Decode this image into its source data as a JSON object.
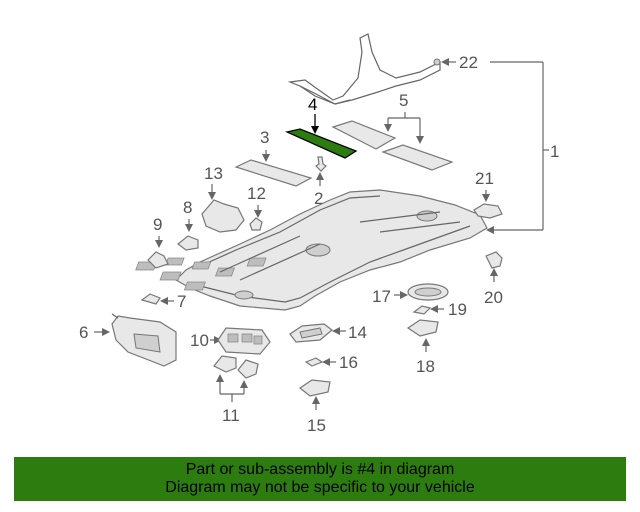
{
  "callouts": [
    "1",
    "2",
    "3",
    "4",
    "5",
    "6",
    "7",
    "8",
    "9",
    "10",
    "11",
    "12",
    "13",
    "14",
    "15",
    "16",
    "17",
    "18",
    "19",
    "20",
    "21",
    "22"
  ],
  "highlight_color": "#2d7c10",
  "banner": {
    "line1": "Part or sub-assembly is #4 in diagram",
    "line2": "Diagram may not be specific to your vehicle"
  }
}
